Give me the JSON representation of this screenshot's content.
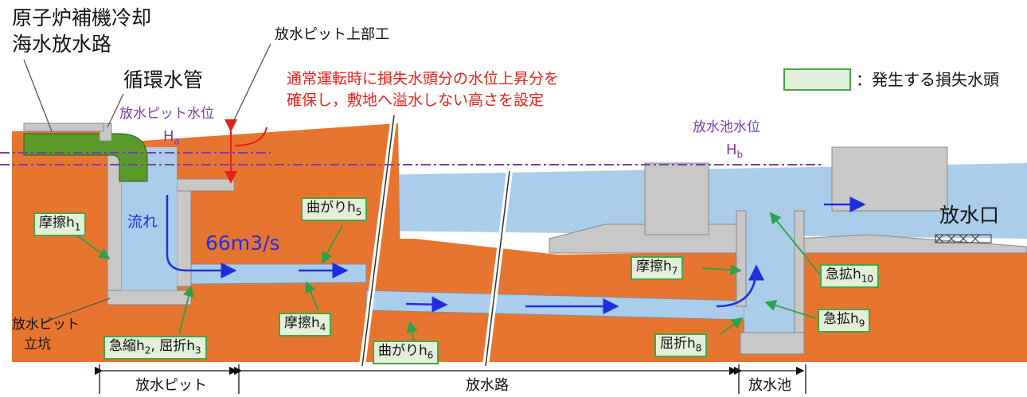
{
  "top_left": {
    "line1": "原子炉補機冷却",
    "line2": "海水放水路"
  },
  "circ_pipe": "循環水管",
  "pit_top": "放水ピット上部工",
  "note": {
    "line1": "通常運転時に損失水頭分の水位上昇分を",
    "line2": "確保し，敷地へ溢水しない高さを設定"
  },
  "legend": {
    "text": "：発生する損失水頭",
    "color": "#e2efd9"
  },
  "pit_level": {
    "label": "放水ピット水位",
    "sym": "H",
    "sub": "a"
  },
  "pond_level": {
    "label": "放水池水位",
    "sym": "H",
    "sub": "b"
  },
  "flow": {
    "label": "流れ",
    "rate": "66m3/s"
  },
  "outlet": "放水口",
  "shaft": {
    "line1": "放水ピット",
    "line2": "立坑"
  },
  "losses": [
    {
      "id": "h1",
      "text": "摩擦h",
      "sub": "1"
    },
    {
      "id": "h2h3",
      "text": "急縮h",
      "sub": "2",
      "text2": ", 屈折h",
      "sub2": "3"
    },
    {
      "id": "h4",
      "text": "摩擦h",
      "sub": "4"
    },
    {
      "id": "h5",
      "text": "曲がりh",
      "sub": "5"
    },
    {
      "id": "h6",
      "text": "曲がりh",
      "sub": "6"
    },
    {
      "id": "h7",
      "text": "摩擦h",
      "sub": "7"
    },
    {
      "id": "h8",
      "text": "屈折h",
      "sub": "8"
    },
    {
      "id": "h9",
      "text": "急拡h",
      "sub": "9"
    },
    {
      "id": "h10",
      "text": "急拡h",
      "sub": "10"
    }
  ],
  "sections": {
    "pit": "放水ピット",
    "channel": "放水路",
    "pond": "放水池"
  },
  "colors": {
    "soil": "#e8752f",
    "water": "#a9cdea",
    "concrete": "#c8c8c8",
    "pipe": "#5a9a2a",
    "flowline": "#1f2fe0",
    "level": "#7b3fa6"
  }
}
